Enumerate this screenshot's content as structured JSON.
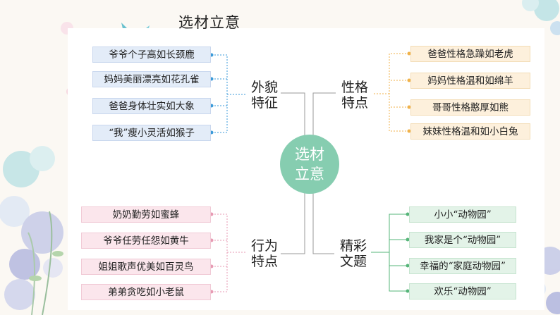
{
  "title": "选材立意",
  "center": "选材立意",
  "branches": {
    "appearance": {
      "label": "外貌特征",
      "items": [
        "爷爷个子高如长颈鹿",
        "妈妈美丽漂亮如花孔雀",
        "爸爸身体壮实如大象",
        "“我”瘦小灵活如猴子"
      ]
    },
    "personality": {
      "label": "性格特点",
      "items": [
        "爸爸性格急躁如老虎",
        "妈妈性格温和如绵羊",
        "哥哥性格憨厚如熊",
        "妹妹性格温和如小白兔"
      ]
    },
    "behavior": {
      "label": "行为特点",
      "items": [
        "奶奶勤劳如蜜蜂",
        "爷爷任劳任怨如黄牛",
        "姐姐歌声优美如百灵鸟",
        "弟弟贪吃如小老鼠"
      ]
    },
    "titles": {
      "label": "精彩文题",
      "items": [
        "小小“动物园”",
        "我家是个“动物园”",
        "幸福的“家庭动物园”",
        "欢乐“动物园”"
      ]
    }
  },
  "colors": {
    "accent": "#86cdb0",
    "blue_line": "#3a9ad9",
    "orange_line": "#f0b24a",
    "pink_line": "#e79ab3",
    "green_line": "#56b579"
  }
}
